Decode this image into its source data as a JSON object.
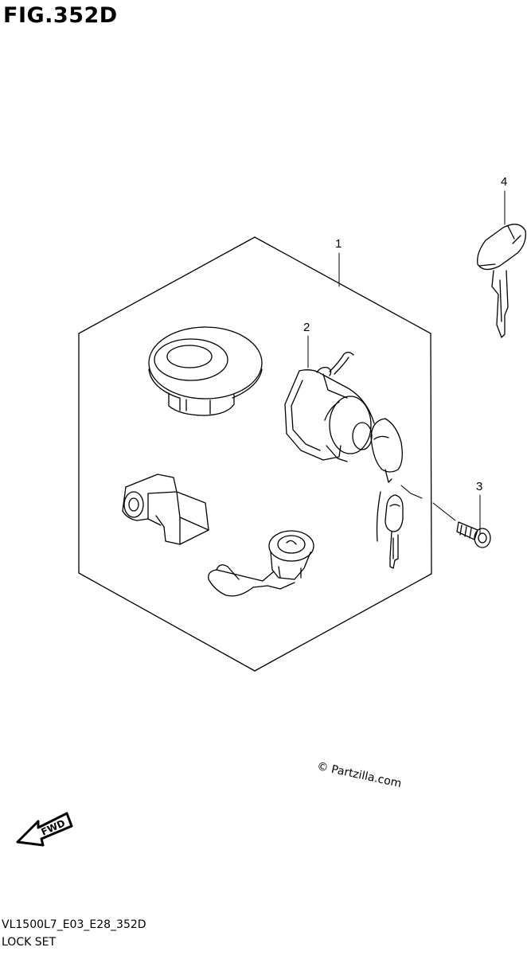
{
  "figure": {
    "title": "FIG.352D"
  },
  "callouts": {
    "c1": "1",
    "c2": "2",
    "c3": "3",
    "c4": "4"
  },
  "fwd_arrow": {
    "label": "FWD",
    "icon": "fwd-arrow-icon"
  },
  "watermark": "© Partzilla.com",
  "footer": {
    "code": "VL1500L7_E03_E28_352D",
    "name": "LOCK SET"
  }
}
